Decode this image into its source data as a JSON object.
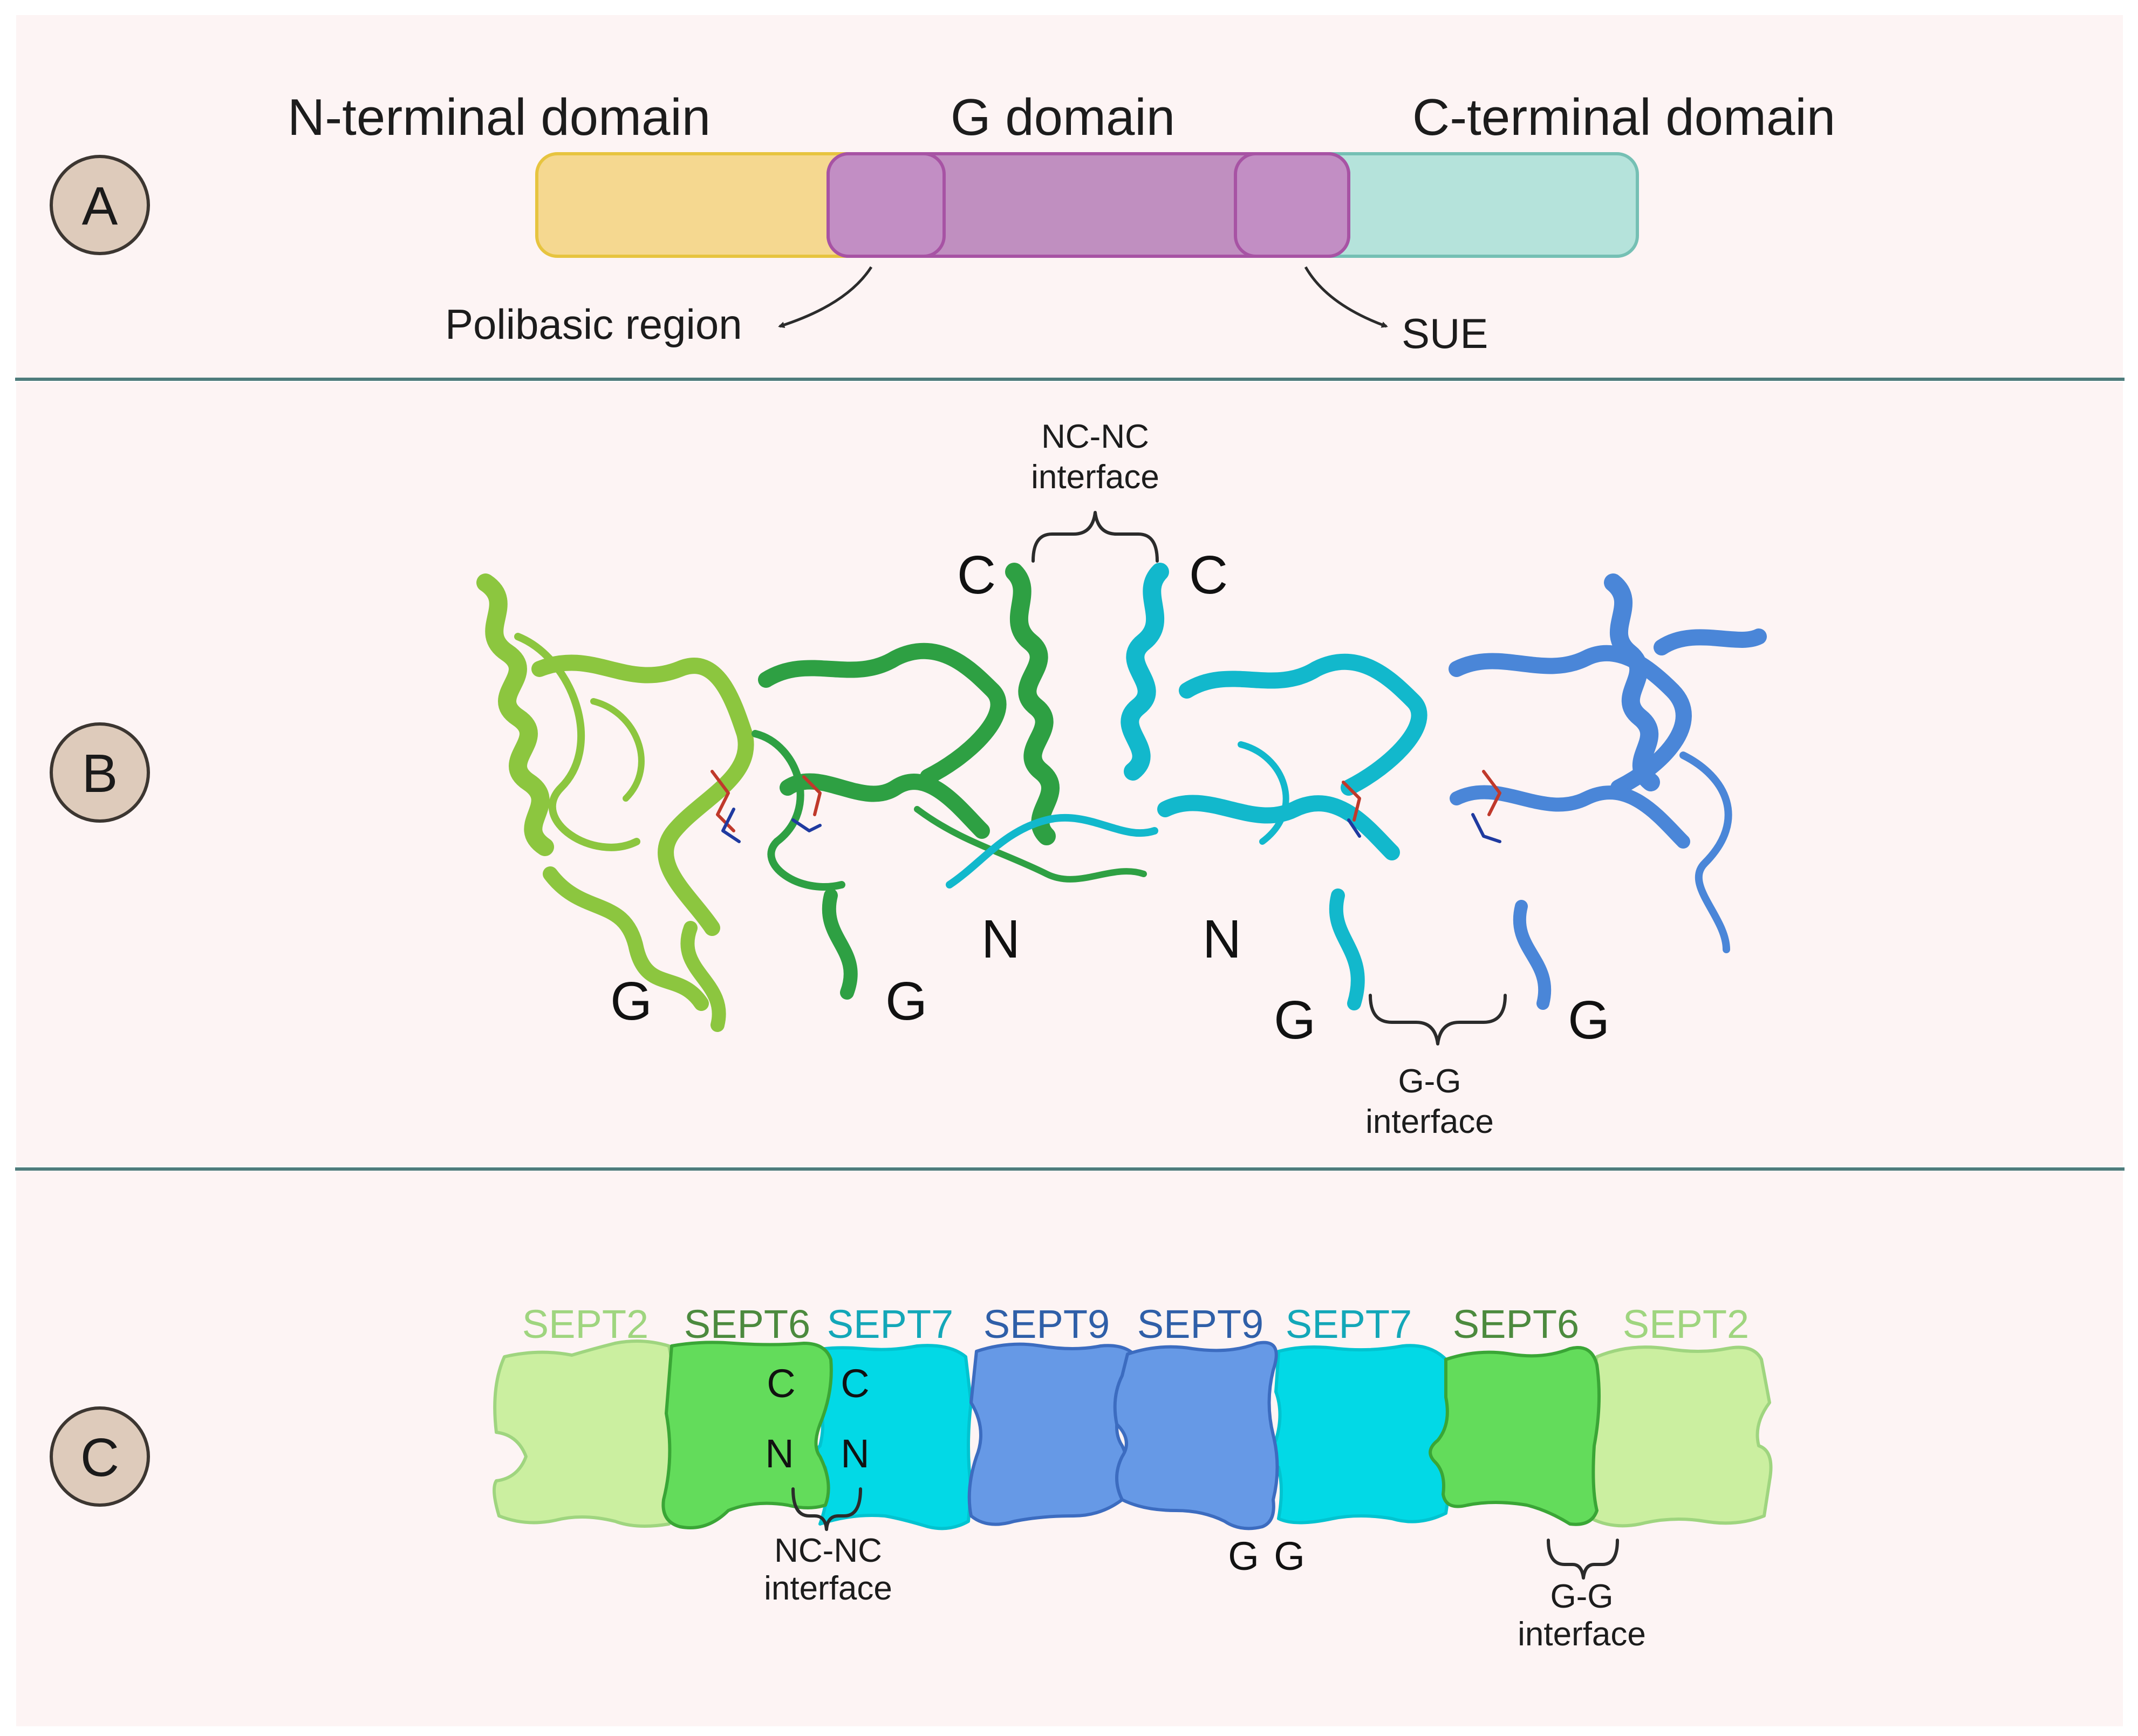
{
  "panels": {
    "a": {
      "badge": "A"
    },
    "b": {
      "badge": "B"
    },
    "c": {
      "badge": "C"
    }
  },
  "domains": {
    "n_terminal": {
      "label": "N-terminal domain",
      "color": "#f5d890"
    },
    "g_domain": {
      "label": "G domain",
      "color": "#c08fc0"
    },
    "c_terminal": {
      "label": "C-terminal domain",
      "color": "#b5e3db"
    },
    "polibasic": "Polibasic region",
    "sue": "SUE"
  },
  "structure": {
    "nc_interface_top": {
      "line1": "NC-NC",
      "line2": "interface"
    },
    "gg_interface": {
      "line1": "G-G",
      "line2": "interface"
    },
    "end_labels": {
      "c_left": "C",
      "c_right": "C",
      "n_left": "N",
      "n_right": "N",
      "g1": "G",
      "g2": "G",
      "g3": "G",
      "g4": "G"
    },
    "chain_colors": [
      "#8cc63f",
      "#2ea043",
      "#12b8cc",
      "#4a86d8"
    ]
  },
  "filament": {
    "subunits": [
      {
        "name": "SEPT2",
        "color": "#cbefa0",
        "label_color": "#9fd57f"
      },
      {
        "name": "SEPT6",
        "color": "#63dc5b",
        "label_color": "#4c8a3e"
      },
      {
        "name": "SEPT7",
        "color": "#02d9e6",
        "label_color": "#13a7b8"
      },
      {
        "name": "SEPT9",
        "color": "#6699e6",
        "label_color": "#2f5fa8"
      },
      {
        "name": "SEPT9",
        "color": "#6699e6",
        "label_color": "#2f5fa8"
      },
      {
        "name": "SEPT7",
        "color": "#02d9e6",
        "label_color": "#13a7b8"
      },
      {
        "name": "SEPT6",
        "color": "#63dc5b",
        "label_color": "#4c8a3e"
      },
      {
        "name": "SEPT2",
        "color": "#cbefa0",
        "label_color": "#9fd57f"
      }
    ],
    "inner": {
      "c1": "C",
      "c2": "C",
      "n1": "N",
      "n2": "N"
    },
    "gg_letters": {
      "g1": "G",
      "g2": "G"
    },
    "nc_interface": {
      "line1": "NC-NC",
      "line2": "interface"
    },
    "gg_interface": {
      "line1": "G-G",
      "line2": "interface"
    }
  }
}
